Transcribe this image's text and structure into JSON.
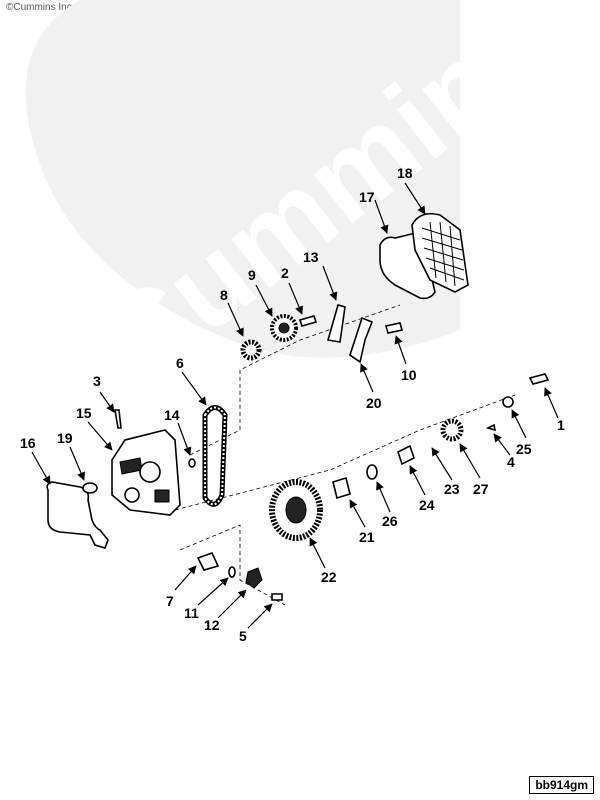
{
  "copyright": "©Cummins Inc",
  "watermark": "Cummins",
  "drawing_code": "bb914gm",
  "labels": {
    "l1": "1",
    "l2": "2",
    "l3": "3",
    "l4": "4",
    "l5": "5",
    "l6": "6",
    "l7": "7",
    "l8": "8",
    "l9": "9",
    "l10": "10",
    "l11": "11",
    "l12": "12",
    "l13": "13",
    "l14": "14",
    "l15": "15",
    "l16": "16",
    "l17": "17",
    "l18": "18",
    "l19": "19",
    "l20": "20",
    "l21": "21",
    "l22": "22",
    "l23": "23",
    "l24": "24",
    "l25": "25",
    "l26": "26",
    "l27": "27"
  }
}
